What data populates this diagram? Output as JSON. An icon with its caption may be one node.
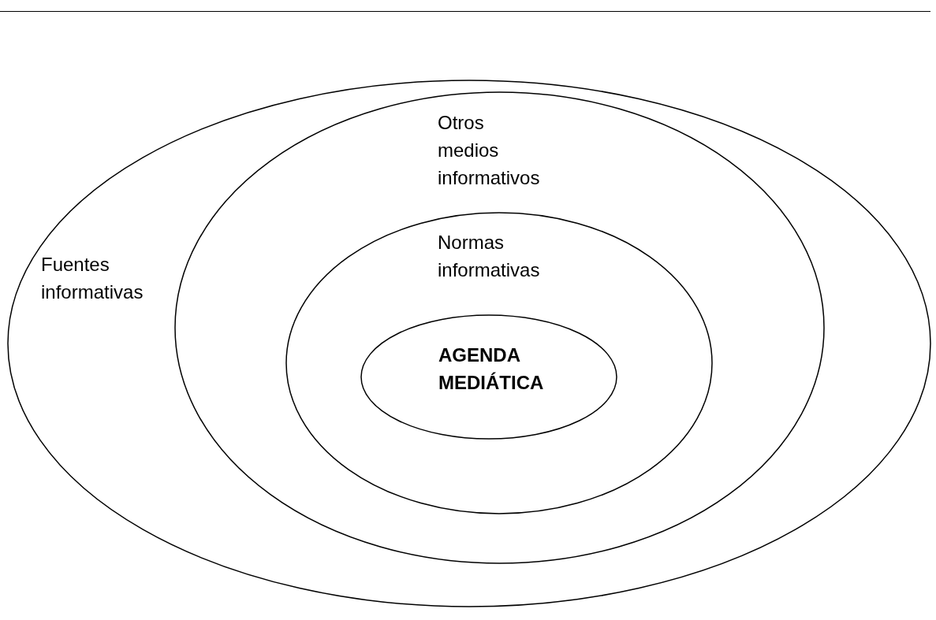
{
  "diagram": {
    "nodes": [
      {
        "text": [
          "Fuentes informativas"
        ]
      },
      {
        "text": [
          "Otros medios informativos"
        ],
        "in": 0
      },
      {
        "text": [
          "Normas informativas"
        ],
        "in": 1
      },
      {
        "text": [
          "AGENDA MEDIÁTICA"
        ],
        "in": 2
      }
    ]
  }
}
